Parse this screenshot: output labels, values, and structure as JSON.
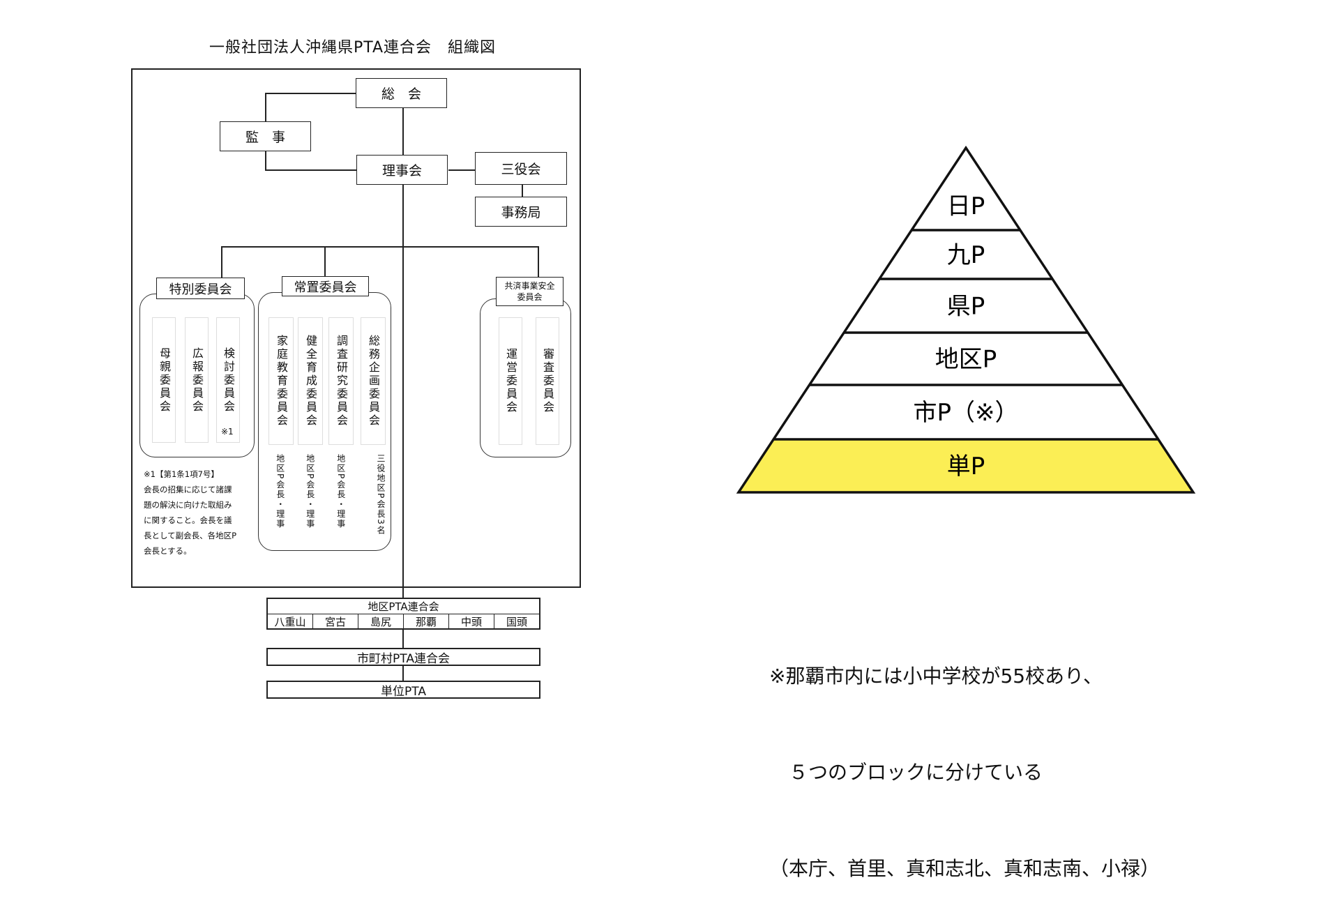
{
  "title": "一般社団法人沖縄県PTA連合会　組織図",
  "org": {
    "sokai": "総　会",
    "kanji": "監　事",
    "rijikai": "理事会",
    "sanyakukai": "三役会",
    "jimukyoku": "事務局",
    "tokubetsu": {
      "label": "特別委員会",
      "items": [
        "母親委員会",
        "広報委員会",
        "検討委員会"
      ],
      "mark": "※1"
    },
    "jochi": {
      "label": "常置委員会",
      "items": [
        "家庭教育委員会",
        "健全育成委員会",
        "調査研究委員会",
        "総務企画委員会"
      ],
      "members": [
        "地区P会長・理事",
        "地区P会長・理事",
        "地区P会長・理事",
        "三役地区P会長3名"
      ]
    },
    "kyosai": {
      "label": "共済事業安全委員会",
      "items": [
        "運営委員会",
        "審査委員会"
      ]
    },
    "note": [
      "※1【第1条1項7号】",
      "会長の招集に応じて諸課",
      "題の解決に向けた取組み",
      "に関すること。会長を議",
      "長として副会長、各地区P",
      "会長とする。"
    ],
    "chiku": {
      "label": "地区PTA連合会",
      "cells": [
        "八重山",
        "宮古",
        "島尻",
        "那覇",
        "中頭",
        "国頭"
      ]
    },
    "shichoson": "市町村PTA連合会",
    "tani": "単位PTA"
  },
  "pyramid": {
    "levels": [
      "日P",
      "九P",
      "県P",
      "地区P",
      "市P（※）",
      "単P"
    ],
    "highlight_color": "#fbee55"
  },
  "footnote": {
    "line1": "※那覇市内には小中学校が55校あり、",
    "line2": "　５つのブロックに分けている",
    "line3": "（本庁、首里、真和志北、真和志南、小禄）"
  }
}
